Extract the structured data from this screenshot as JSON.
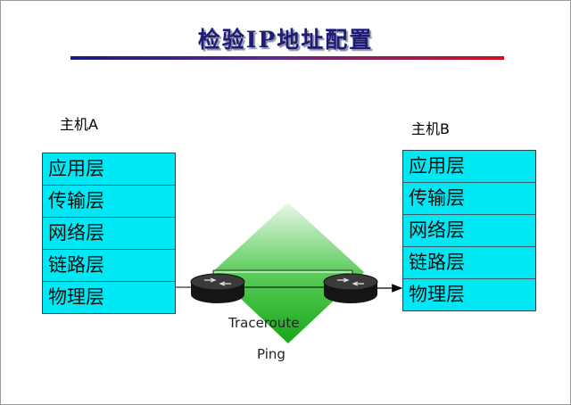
{
  "title": "检验IP地址配置",
  "host_a": {
    "label": "主机A",
    "layers": [
      "应用层",
      "传输层",
      "网络层",
      "链路层",
      "物理层"
    ]
  },
  "host_b": {
    "label": "主机B",
    "layers": [
      "应用层",
      "传输层",
      "网络层",
      "链路层",
      "物理层"
    ]
  },
  "commands": {
    "traceroute": "Traceroute",
    "ping": "Ping"
  },
  "colors": {
    "layer_fill": "#00e8f4",
    "diamond_green": "#22b822",
    "title_text": "#1c1c7a"
  }
}
